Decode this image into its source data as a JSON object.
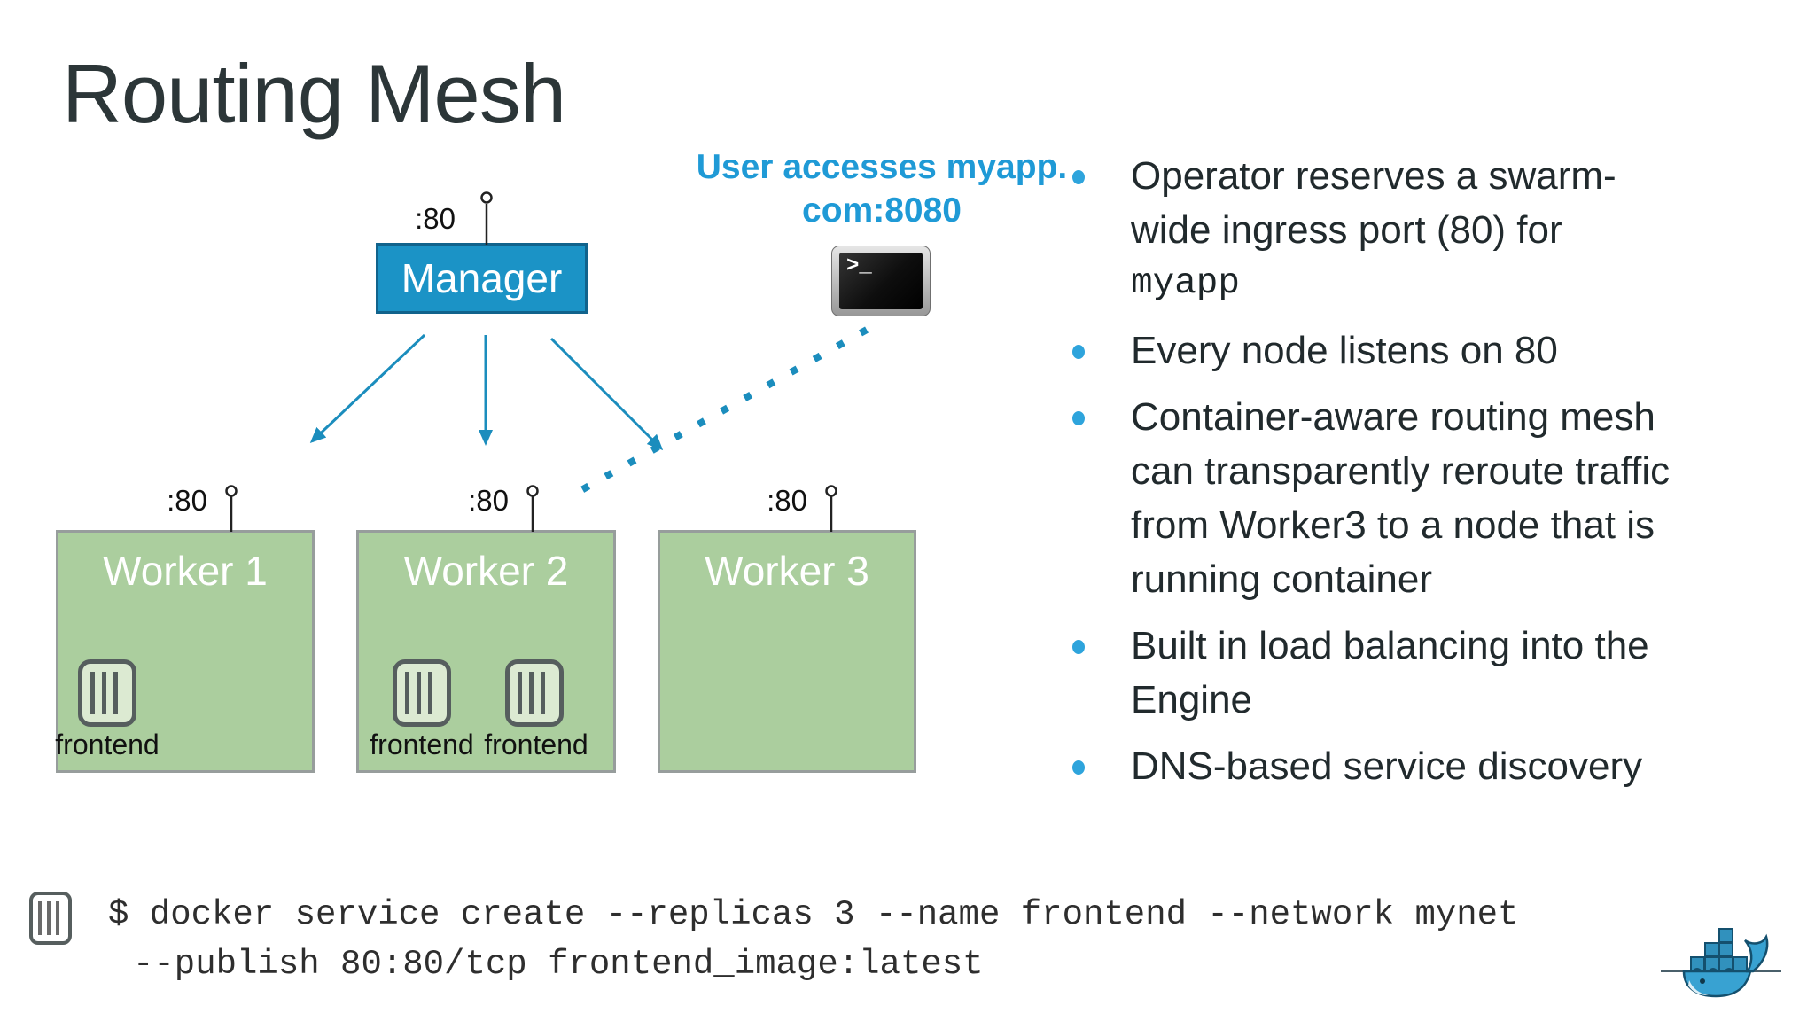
{
  "slide": {
    "title": "Routing Mesh"
  },
  "colors": {
    "accent_blue": "#1f9ad6",
    "arrow_blue": "#1b8dbd",
    "manager_fill": "#1b93c6",
    "manager_border": "#11638c",
    "worker_fill": "#abce9e",
    "worker_border": "#979d9c",
    "title_text": "#2c3638",
    "body_text": "#212a2d"
  },
  "diagram": {
    "caption": {
      "line1": "User accesses myapp.",
      "line2": "com:8080"
    },
    "manager": {
      "label": "Manager",
      "port": ":80"
    },
    "terminal": {
      "prompt": ">_"
    },
    "workers": [
      {
        "name": "Worker 1",
        "port": ":80",
        "containers": [
          {
            "label": "frontend"
          }
        ]
      },
      {
        "name": "Worker 2",
        "port": ":80",
        "containers": [
          {
            "label": "frontend"
          },
          {
            "label": "frontend"
          }
        ]
      },
      {
        "name": "Worker 3",
        "port": ":80",
        "containers": []
      }
    ],
    "icons": {
      "terminal": "terminal-icon",
      "container": "container-icon",
      "docker_whale": "docker-whale-icon",
      "pin": "port-pin-icon"
    }
  },
  "bullets": {
    "items": [
      {
        "text": "Operator reserves a swarm-\nwide ingress port (80) for",
        "code": "myapp"
      },
      {
        "text": "Every node listens on 80"
      },
      {
        "text": "Container-aware routing mesh\ncan transparently reroute traffic\nfrom Worker3 to a node that is\nrunning container"
      },
      {
        "text": "Built in load balancing into the\nEngine"
      },
      {
        "text": "DNS-based service discovery"
      }
    ]
  },
  "command": {
    "line1": "$ docker service create --replicas 3 --name frontend --network mynet",
    "line2": "--publish 80:80/tcp frontend_image:latest"
  }
}
